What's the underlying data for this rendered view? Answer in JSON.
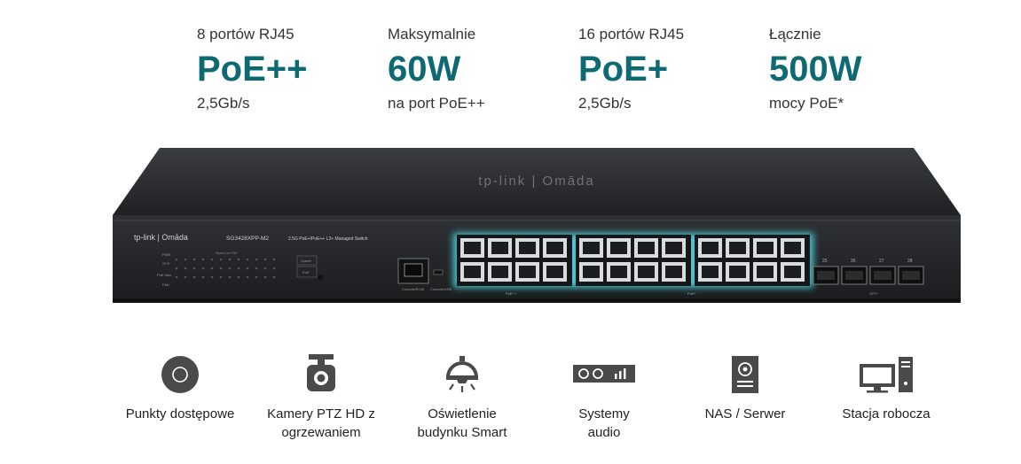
{
  "stats": [
    {
      "top": "8 portów RJ45",
      "big": "PoE++",
      "bottom": "2,5Gb/s"
    },
    {
      "top": "Maksymalnie",
      "big": "60W",
      "bottom": "na port PoE++"
    },
    {
      "top": "16 portów RJ45",
      "big": "PoE+",
      "bottom": "2,5Gb/s"
    },
    {
      "top": "Łącznie",
      "big": "500W",
      "bottom": "mocy PoE*"
    }
  ],
  "device": {
    "brand_top": "tp-link | Omāda",
    "brand_front": "tp-link | Omāda",
    "model": "SG3428XPP-M2",
    "description": "2.5G PoE+/PoE++ L2+ Managed Switch",
    "console_label": "Console/RJ45",
    "console_usb_label": "Console/USB",
    "poe_plus_plus_label": "PoE++",
    "poe_plus_label": "PoE+",
    "sfp_label": "SFP+",
    "sfp_ports": [
      "25",
      "26",
      "27",
      "28"
    ],
    "led_labels": [
      "PWR",
      "SYS",
      "PoE Max",
      "FAN"
    ],
    "led_header": "Speed or PoE",
    "speed_button": "Speed",
    "poe_button": "PoE"
  },
  "uses": [
    {
      "label": "Punkty dostępowe",
      "icon": "access-point-icon"
    },
    {
      "label": "Kamery PTZ HD z ogrzewaniem",
      "icon": "ptz-camera-icon"
    },
    {
      "label": "Oświetlenie budynku Smart",
      "icon": "smart-light-icon"
    },
    {
      "label": "Systemy audio",
      "icon": "audio-system-icon"
    },
    {
      "label": "NAS / Serwer",
      "icon": "nas-server-icon"
    },
    {
      "label": "Stacja robocza",
      "icon": "workstation-icon"
    }
  ],
  "colors": {
    "accent": "#0d6a73",
    "glow": "#4fe0ea",
    "device": "#2b2e31"
  }
}
